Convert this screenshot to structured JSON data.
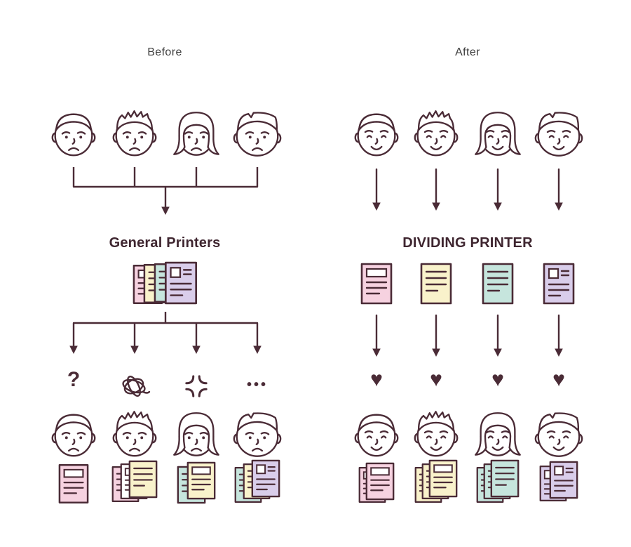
{
  "colors": {
    "ink": "#4a2b36",
    "title": "#3f2630",
    "label": "#3d3d3d",
    "pink": "#f6d2e0",
    "yellow": "#f9f2cb",
    "teal": "#c6e5dd",
    "purple": "#d9cdea",
    "heart": "#4a2b36",
    "white": "#ffffff"
  },
  "header": {
    "before_label": "Before",
    "after_label": "After"
  },
  "before": {
    "title": "General Printers",
    "reactions": {
      "question": "?",
      "scribble_icon": "tangled-scribble",
      "anger_icon": "anger-mark",
      "dots": "•••"
    }
  },
  "after": {
    "title": "DIVIDING PRINTER"
  },
  "hearts": [
    "♥",
    "♥",
    "♥",
    "♥"
  ]
}
